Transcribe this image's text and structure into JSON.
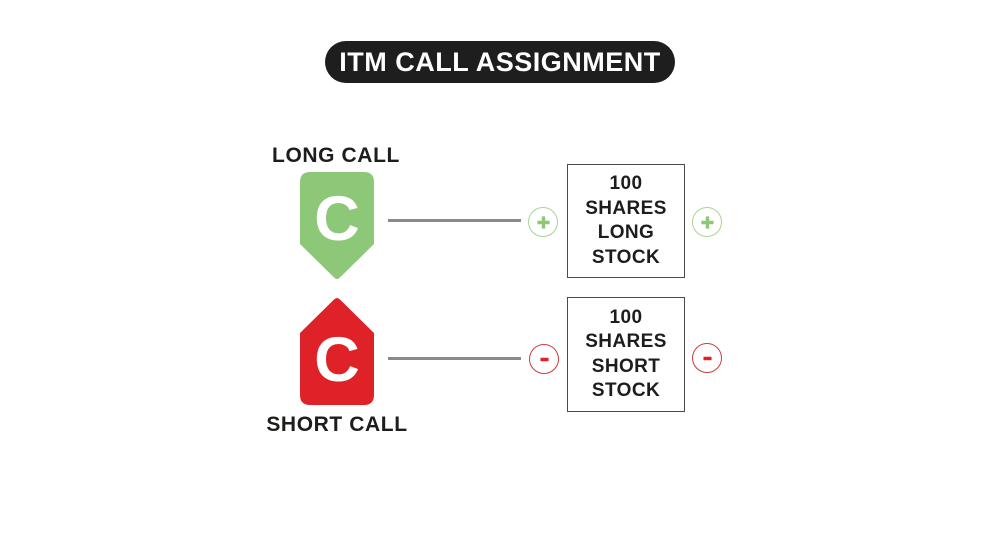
{
  "title": "ITM CALL ASSIGNMENT",
  "colors": {
    "green": "#8DC878",
    "green_ring": "#A6D494",
    "red": "#DF2227",
    "red_ring": "#CC3B3E",
    "ink": "#1D1D1B",
    "line_gray": "#8A8A8A",
    "pill_bg": "#1E1E1E",
    "box_border": "#4A4A4A"
  },
  "long_call": {
    "label": "LONG CALL",
    "badge_letter": "C",
    "sign_icon": "plus",
    "box_text": "100\nSHARES\nLONG\nSTOCK"
  },
  "short_call": {
    "label": "SHORT CALL",
    "badge_letter": "C",
    "sign_icon": "minus",
    "box_text": "100\nSHARES\nSHORT\nSTOCK"
  }
}
